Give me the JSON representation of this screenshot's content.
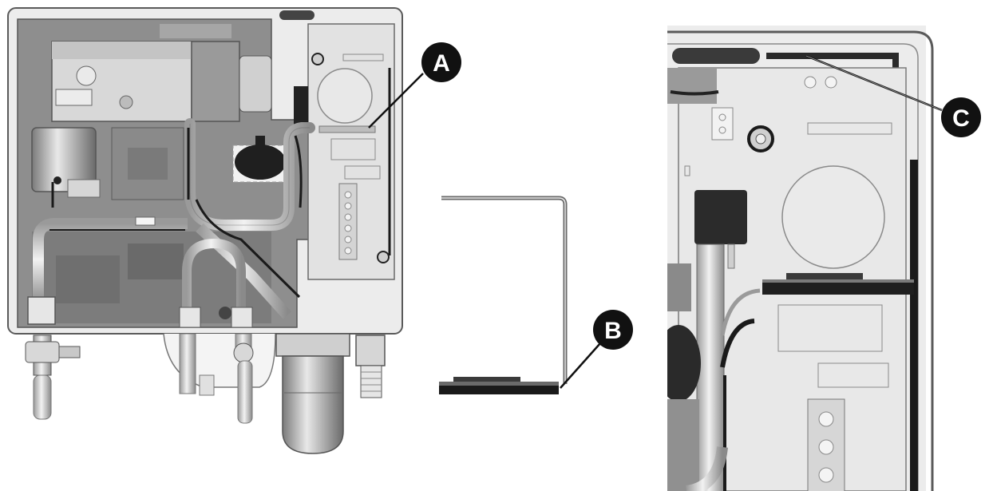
{
  "figure": {
    "callouts": [
      {
        "id": "a",
        "label": "A"
      },
      {
        "id": "b",
        "label": "B"
      },
      {
        "id": "c",
        "label": "C"
      }
    ],
    "colors": {
      "outline": "#5a5a5a",
      "housing": "#ececec",
      "inner_dark": "#8c8c8c",
      "inner_mid": "#b4b4b4",
      "panel": "#e6e6e6",
      "component": "#d2d2d2",
      "black": "#1a1a1a",
      "badge": "#111111"
    }
  }
}
